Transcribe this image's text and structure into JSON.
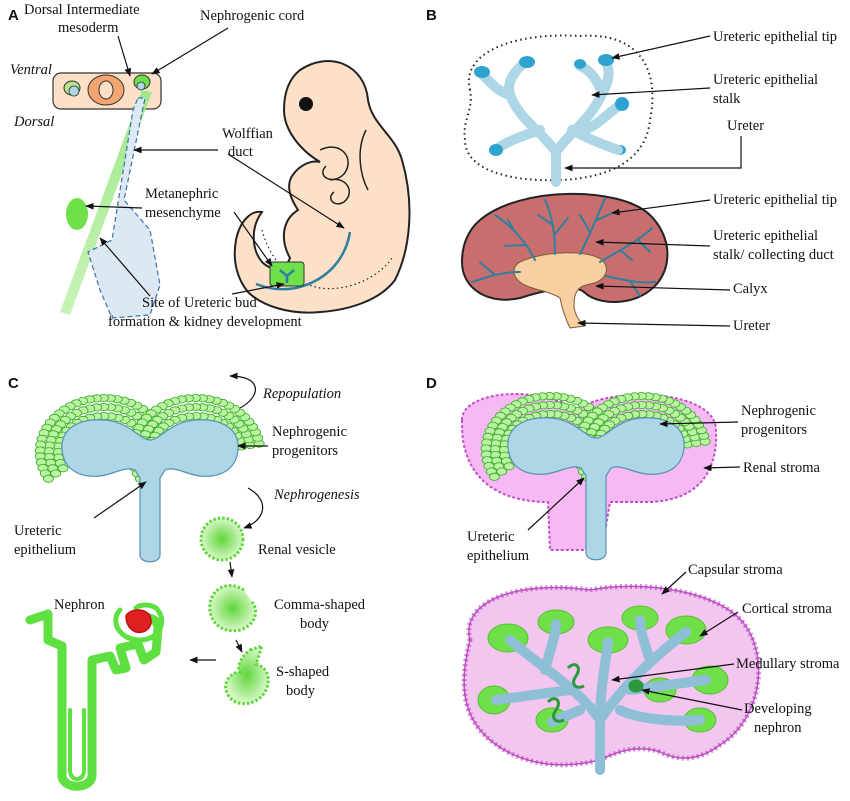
{
  "colors": {
    "green": "#6fe04a",
    "green_light": "#b9f5a0",
    "green_dark": "#3aa82a",
    "blue_light": "#add6e6",
    "blue_tip": "#2ea3d0",
    "kidney_red": "#c86e6e",
    "calyx": "#f8cfa0",
    "skin": "#fde0c8",
    "magenta": "#c24fc9",
    "pink_fill": "#f6b9f4",
    "red": "#e02020",
    "duct": "#2f7f9f"
  },
  "panels": {
    "a": {
      "letter": "A",
      "dorsal_intermediate_line1": "Dorsal Intermediate",
      "dorsal_intermediate_line2": "mesoderm",
      "nephrogenic_cord": "Nephrogenic cord",
      "ventral": "Ventral",
      "dorsal": "Dorsal",
      "wolffian_line1": "Wolffian",
      "wolffian_line2": "duct",
      "metanephric_line1": "Metanephric",
      "metanephric_line2": "mesenchyme",
      "site_line1": "Site of Ureteric bud",
      "site_line2": "formation & kidney development"
    },
    "b": {
      "letter": "B",
      "tip_top": "Ureteric epithelial tip",
      "stalk_line1": "Ureteric epithelial",
      "stalk_line2": "stalk",
      "ureter_top": "Ureter",
      "tip_bottom": "Ureteric epithelial tip",
      "stalk_duct_line1": "Ureteric epithelial",
      "stalk_duct_line2": "stalk/ collecting duct",
      "calyx": "Calyx",
      "ureter_bottom": "Ureter"
    },
    "c": {
      "letter": "C",
      "repopulation": "Repopulation",
      "progenitors_line1": "Nephrogenic",
      "progenitors_line2": "progenitors",
      "nephrogenesis": "Nephrogenesis",
      "ureteric_line1": "Ureteric",
      "ureteric_line2": "epithelium",
      "renal_vesicle": "Renal vesicle",
      "comma_line1": "Comma-shaped",
      "comma_line2": "body",
      "s_line1": "S-shaped",
      "s_line2": "body",
      "nephron": "Nephron"
    },
    "d": {
      "letter": "D",
      "progenitors_line1": "Nephrogenic",
      "progenitors_line2": "progenitors",
      "renal_stroma": "Renal stroma",
      "ureteric_line1": "Ureteric",
      "ureteric_line2": "epithelium",
      "capsular_stroma": "Capsular stroma",
      "cortical_stroma": "Cortical stroma",
      "medullary_stroma": "Medullary stroma",
      "developing_line1": "Developing",
      "developing_line2": "nephron"
    }
  }
}
